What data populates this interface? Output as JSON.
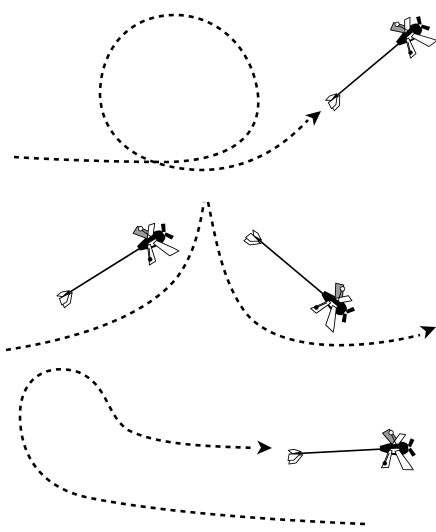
{
  "figure": {
    "panels": [
      {
        "maneuver": "loop"
      },
      {
        "maneuver": "stall-turn"
      },
      {
        "maneuver": "teardrop-turn"
      }
    ]
  },
  "colors": {
    "line": "#000000",
    "fill_light": "#ffffff",
    "fill_shade": "#9a9a9a",
    "background": "#ffffff"
  },
  "icons": {
    "aircraft": "airplane-icon",
    "arrowhead": "arrowhead-icon"
  }
}
